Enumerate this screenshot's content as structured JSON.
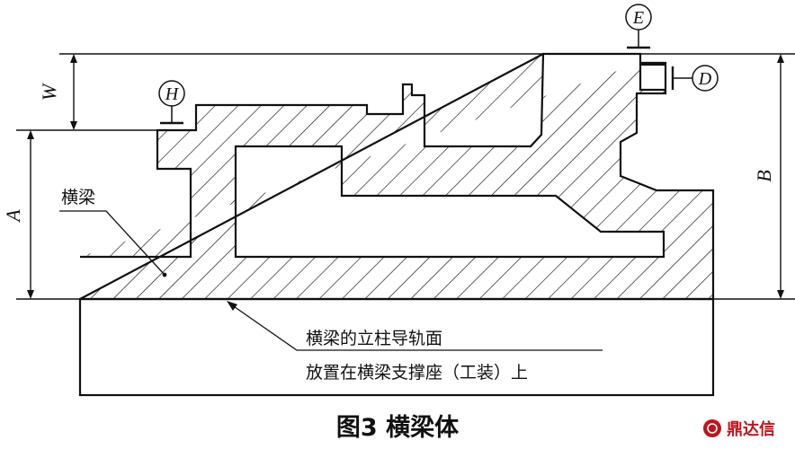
{
  "labels": {
    "beam": "横梁",
    "guide_line1": "横梁的立柱导轨面",
    "guide_line2": "放置在横梁支撑座（工装）上"
  },
  "dimensions": {
    "w": "W",
    "a": "A",
    "b": "B"
  },
  "datums": {
    "h": "H",
    "e": "E",
    "d": "D"
  },
  "caption": "图3  横梁体",
  "watermark": {
    "text": "鼎达信"
  },
  "colors": {
    "line": "#111111",
    "brand": "#c0141c"
  }
}
